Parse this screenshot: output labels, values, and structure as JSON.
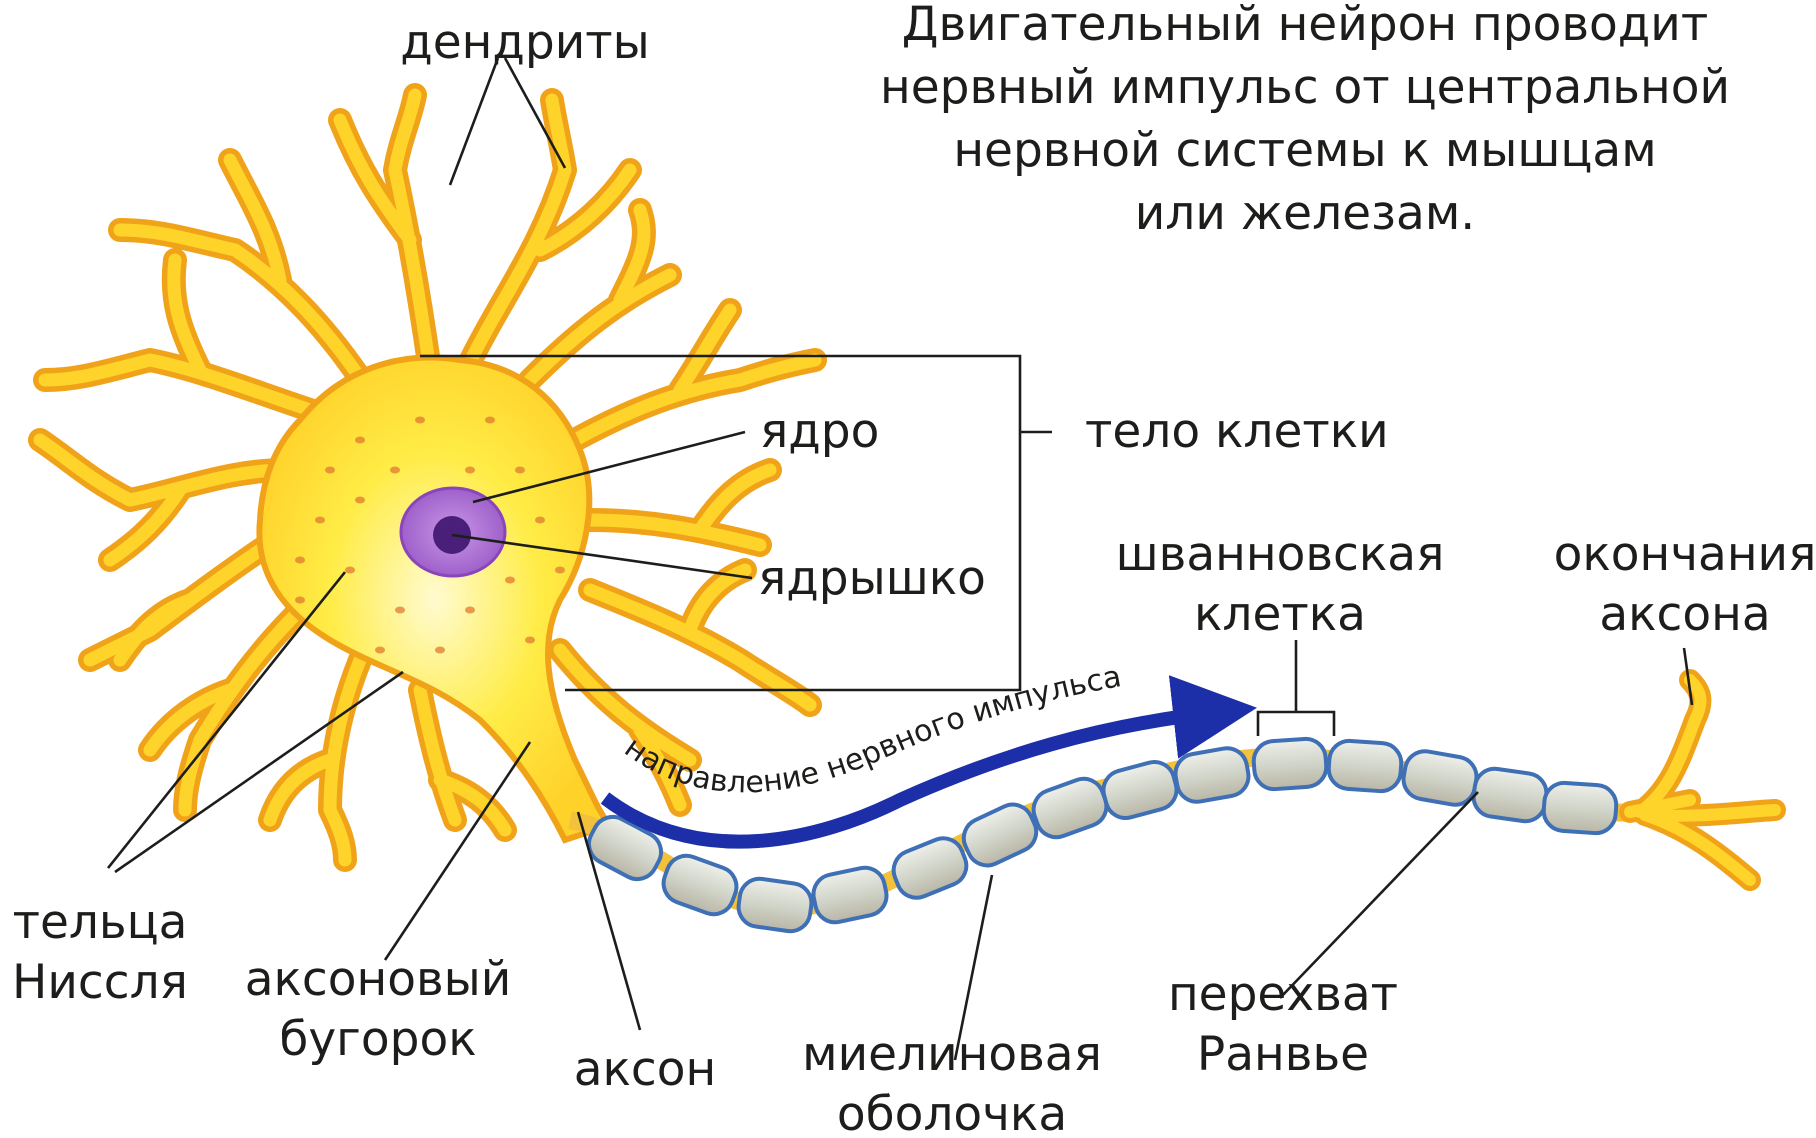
{
  "description_lines": [
    "Двигательный нейрон проводит",
    "нервный импульс от центральной",
    "нервной системы к мышцам",
    "или железам."
  ],
  "labels": {
    "dendrites": "дендриты",
    "nucleus": "ядро",
    "nucleolus": "ядрышко",
    "cell_body": "тело клетки",
    "schwann_cell": [
      "шванновская",
      "клетка"
    ],
    "axon_terminals": [
      "окончания",
      "аксона"
    ],
    "nissl_bodies": [
      "тельца",
      "Ниссля"
    ],
    "axon_hillock": [
      "аксоновый",
      "бугорок"
    ],
    "axon": "аксон",
    "myelin_sheath": [
      "миелиновая",
      "оболочка"
    ],
    "node_of_ranvier": [
      "перехват",
      "Ранвье"
    ],
    "impulse_direction": "направление нервного импульса"
  },
  "colors": {
    "cell_body": "#ffe84a",
    "dendrite_outline": "#f0a319",
    "dendrite_fill": "#ffd42a",
    "nucleus": "#b27ad6",
    "nucleolus": "#4a1f7a",
    "myelin": "#d8dcd2",
    "myelin_outline": "#3f6fb5",
    "arrow": "#1d2fa8"
  }
}
